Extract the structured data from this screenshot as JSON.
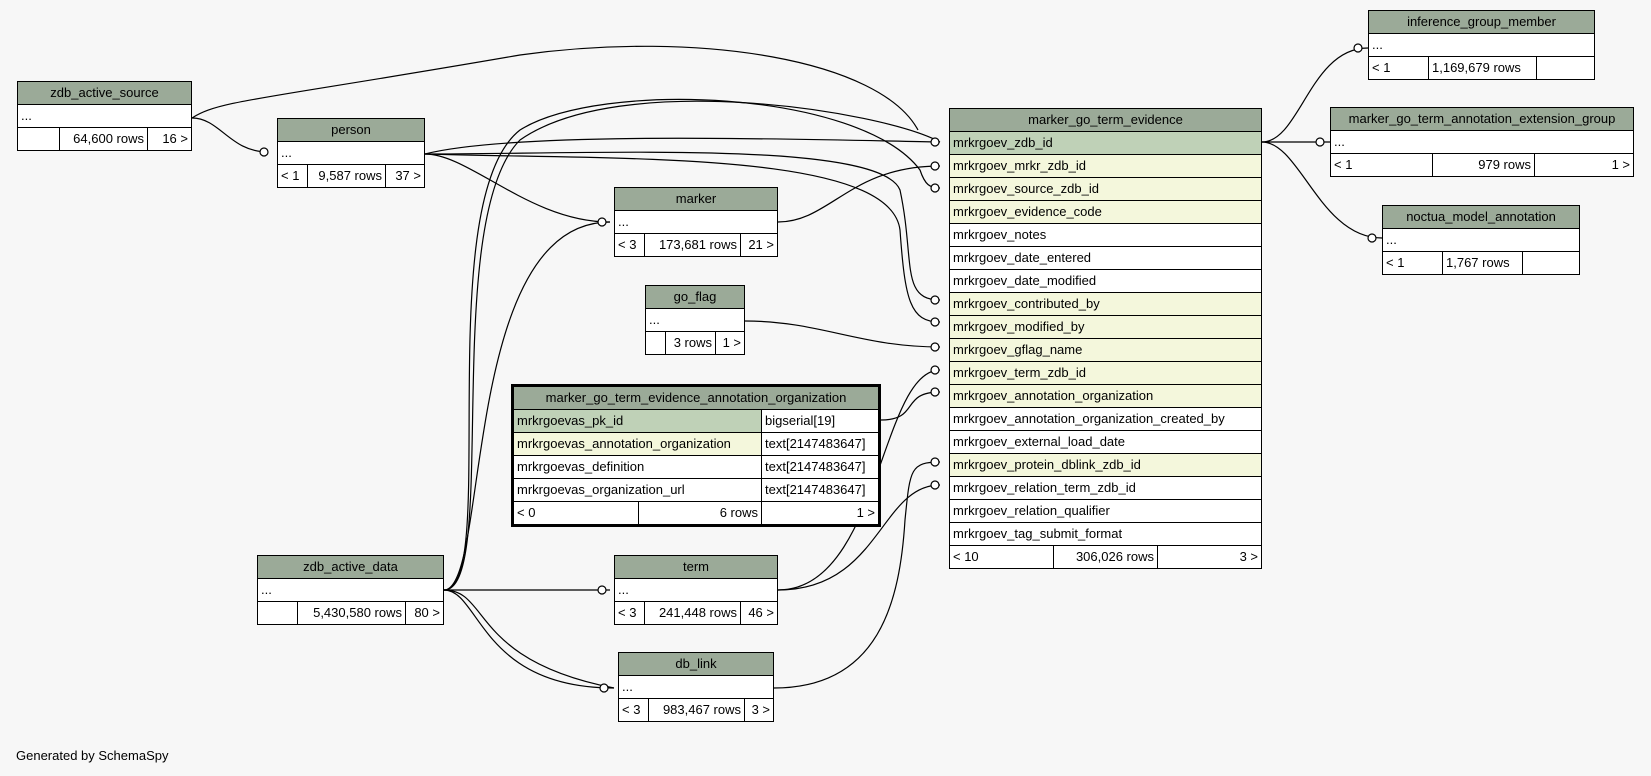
{
  "tables": {
    "zdb_active_source": {
      "name": "zdb_active_source",
      "ellipsis": "...",
      "stats": [
        "",
        "64,600 rows",
        "16 >"
      ]
    },
    "person": {
      "name": "person",
      "ellipsis": "...",
      "stats": [
        "< 1",
        "9,587 rows",
        "37 >"
      ]
    },
    "marker": {
      "name": "marker",
      "ellipsis": "...",
      "stats": [
        "< 3",
        "173,681 rows",
        "21 >"
      ]
    },
    "go_flag": {
      "name": "go_flag",
      "ellipsis": "...",
      "stats": [
        "",
        "3 rows",
        "1 >"
      ]
    },
    "zdb_active_data": {
      "name": "zdb_active_data",
      "ellipsis": "...",
      "stats": [
        "",
        "5,430,580 rows",
        "80 >"
      ]
    },
    "term": {
      "name": "term",
      "ellipsis": "...",
      "stats": [
        "< 3",
        "241,448 rows",
        "46 >"
      ]
    },
    "db_link": {
      "name": "db_link",
      "ellipsis": "...",
      "stats": [
        "< 3",
        "983,467 rows",
        "3 >"
      ]
    },
    "inference_group_member": {
      "name": "inference_group_member",
      "ellipsis": "...",
      "stats": [
        "< 1",
        "1,169,679 rows",
        ""
      ]
    },
    "marker_go_term_annotation_extension_group": {
      "name": "marker_go_term_annotation_extension_group",
      "ellipsis": "...",
      "stats": [
        "< 1",
        "979 rows",
        "1 >"
      ]
    },
    "noctua_model_annotation": {
      "name": "noctua_model_annotation",
      "ellipsis": "...",
      "stats": [
        "< 1",
        "1,767 rows",
        ""
      ]
    },
    "marker_go_term_evidence_annotation_organization": {
      "name": "marker_go_term_evidence_annotation_organization",
      "columns": [
        {
          "name": "mrkrgoevas_pk_id",
          "type": "bigserial[19]"
        },
        {
          "name": "mrkrgoevas_annotation_organization",
          "type": "text[2147483647]"
        },
        {
          "name": "mrkrgoevas_definition",
          "type": "text[2147483647]"
        },
        {
          "name": "mrkrgoevas_organization_url",
          "type": "text[2147483647]"
        }
      ],
      "stats": [
        "< 0",
        "6 rows",
        "1 >"
      ]
    },
    "marker_go_term_evidence": {
      "name": "marker_go_term_evidence",
      "columns": [
        "mrkrgoev_zdb_id",
        "mrkrgoev_mrkr_zdb_id",
        "mrkrgoev_source_zdb_id",
        "mrkrgoev_evidence_code",
        "mrkrgoev_notes",
        "mrkrgoev_date_entered",
        "mrkrgoev_date_modified",
        "mrkrgoev_contributed_by",
        "mrkrgoev_modified_by",
        "mrkrgoev_gflag_name",
        "mrkrgoev_term_zdb_id",
        "mrkrgoev_annotation_organization",
        "mrkrgoev_annotation_organization_created_by",
        "mrkrgoev_external_load_date",
        "mrkrgoev_protein_dblink_zdb_id",
        "mrkrgoev_relation_term_zdb_id",
        "mrkrgoev_relation_qualifier",
        "mrkrgoev_tag_submit_format"
      ],
      "stats": [
        "< 10",
        "306,026 rows",
        "3 >"
      ]
    }
  },
  "footer": "Generated by SchemaSpy",
  "colors": {
    "header": "#9baa98",
    "primary_key": "#bfd1b7",
    "foreign_key": "#f4f7dc",
    "background": "#f7f7f7"
  }
}
